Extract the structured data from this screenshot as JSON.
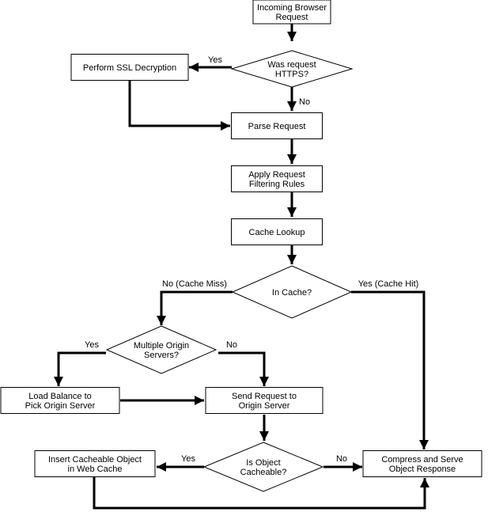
{
  "diagram": {
    "nodes": {
      "incoming": {
        "kind": "process",
        "lines": [
          "Incoming Browser",
          "Request"
        ]
      },
      "https_q": {
        "kind": "decision",
        "lines": [
          "Was request",
          "HTTPS?"
        ]
      },
      "ssl": {
        "kind": "process",
        "lines": [
          "Perform SSL Decryption"
        ]
      },
      "parse": {
        "kind": "process",
        "lines": [
          "Parse Request"
        ]
      },
      "filter": {
        "kind": "process",
        "lines": [
          "Apply Request",
          "Filtering Rules"
        ]
      },
      "lookup": {
        "kind": "process",
        "lines": [
          "Cache Lookup"
        ]
      },
      "incache_q": {
        "kind": "decision",
        "lines": [
          "In Cache?"
        ]
      },
      "multi_q": {
        "kind": "decision",
        "lines": [
          "Multiple Origin",
          "Servers?"
        ]
      },
      "loadbal": {
        "kind": "process",
        "lines": [
          "Load Balance to",
          "Pick Origin Server"
        ]
      },
      "send": {
        "kind": "process",
        "lines": [
          "Send Request to",
          "Origin Server"
        ]
      },
      "cacheable_q": {
        "kind": "decision",
        "lines": [
          "Is Object",
          "Cacheable?"
        ]
      },
      "insert": {
        "kind": "process",
        "lines": [
          "Insert Cacheable Object",
          "in Web Cache"
        ]
      },
      "serve": {
        "kind": "process",
        "lines": [
          "Compress and Serve",
          "Object Response"
        ]
      }
    },
    "edges": {
      "incoming_https": {
        "from": "incoming",
        "to": "https_q",
        "label": ""
      },
      "https_yes": {
        "from": "https_q",
        "to": "ssl",
        "label": "Yes"
      },
      "https_no": {
        "from": "https_q",
        "to": "parse",
        "label": "No"
      },
      "ssl_parse": {
        "from": "ssl",
        "to": "parse",
        "label": ""
      },
      "parse_filter": {
        "from": "parse",
        "to": "filter",
        "label": ""
      },
      "filter_lookup": {
        "from": "filter",
        "to": "lookup",
        "label": ""
      },
      "lookup_incache": {
        "from": "lookup",
        "to": "incache_q",
        "label": ""
      },
      "incache_miss": {
        "from": "incache_q",
        "to": "multi_q",
        "label": "No (Cache Miss)"
      },
      "incache_hit": {
        "from": "incache_q",
        "to": "serve",
        "label": "Yes (Cache Hit)"
      },
      "multi_yes": {
        "from": "multi_q",
        "to": "loadbal",
        "label": "Yes"
      },
      "multi_no": {
        "from": "multi_q",
        "to": "send",
        "label": "No"
      },
      "loadbal_send": {
        "from": "loadbal",
        "to": "send",
        "label": ""
      },
      "send_cacheable": {
        "from": "send",
        "to": "cacheable_q",
        "label": ""
      },
      "cacheable_yes": {
        "from": "cacheable_q",
        "to": "insert",
        "label": "Yes"
      },
      "cacheable_no": {
        "from": "cacheable_q",
        "to": "serve",
        "label": "No"
      },
      "insert_serve": {
        "from": "insert",
        "to": "serve",
        "label": ""
      }
    }
  }
}
